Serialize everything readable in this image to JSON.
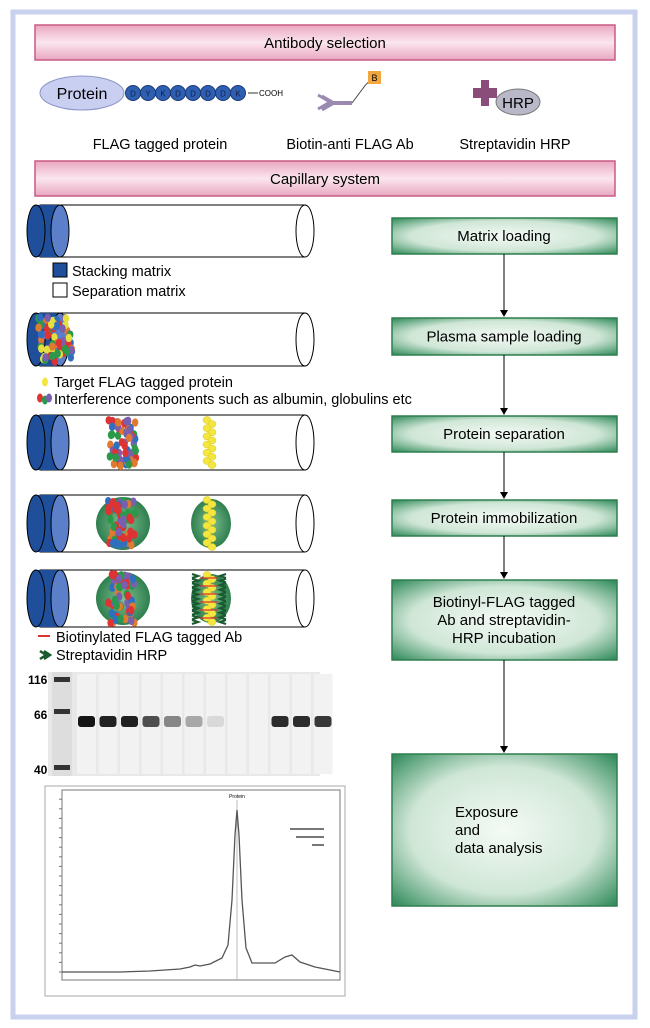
{
  "headers": {
    "antibody_selection": "Antibody selection",
    "capillary_system": "Capillary system"
  },
  "reagents": {
    "protein_label": "Protein",
    "flag_sequence": [
      "D",
      "Y",
      "K",
      "D",
      "D",
      "D",
      "D",
      "K"
    ],
    "cooh": "COOH",
    "biotin_badge": "B",
    "hrp_label": "HRP",
    "captions": [
      "FLAG tagged protein",
      "Biotin-anti FLAG Ab",
      "Streptavidin HRP"
    ]
  },
  "legends": {
    "stacking": "Stacking matrix",
    "separation": "Separation matrix",
    "target": "Target FLAG tagged protein",
    "interference": "Interference components such as albumin, globulins etc",
    "biotinylated": "Biotinylated FLAG tagged Ab",
    "streptavidin": "Streptavidin HRP"
  },
  "steps": [
    "Matrix loading",
    "Plasma sample loading",
    "Protein separation",
    "Protein immobilization",
    "Biotinyl-FLAG tagged Ab and streptavidin-HRP incubation",
    "Exposure and data analysis"
  ],
  "gel": {
    "markers": [
      "116",
      "66",
      "40"
    ]
  },
  "electropherogram": {
    "peak_label": "Protein"
  },
  "colors": {
    "header_pink": "#f2c6d6",
    "step_green": "#2f8a5a",
    "stacking_blue": "#1f4e9a",
    "target_yellow": "#f4e640",
    "frame_blue": "#c8d2ee"
  }
}
